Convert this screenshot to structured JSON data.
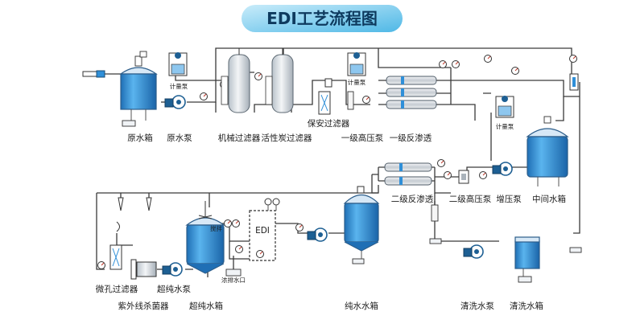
{
  "title": "EDI工艺流程图",
  "labels": {
    "raw_tank": "原水箱",
    "raw_pump": "原水泵",
    "meter_pump_1": "计量泵",
    "mech_filter": "机械过滤器",
    "carbon_filter": "活性炭过滤器",
    "security_filter": "保安过滤器",
    "hp_pump_1": "一级高压泵",
    "ro_1": "一级反渗透",
    "meter_pump_2": "计量泵",
    "ro_2": "二级反渗透",
    "hp_pump_2": "二级高压泵",
    "booster_pump": "增压泵",
    "mid_tank": "中间水箱",
    "micro_filter": "微孔过滤器",
    "uv_sterilizer": "紫外线杀菌器",
    "ultra_pump": "超纯水泵",
    "ultra_tank": "超纯水箱",
    "edi": "EDI",
    "pure_tank": "纯水水箱",
    "clean_pump": "清洗水泵",
    "clean_tank": "清洗水箱",
    "mixer_tag": "搅拌",
    "drain_tag": "浓排水口"
  },
  "colors": {
    "title_bg_start": "#b8e3f6",
    "title_bg_end": "#56bde9",
    "title_text": "#0e3a5e",
    "tank_blue": "#2f8fd8",
    "pump_blue": "#1d5f93"
  }
}
